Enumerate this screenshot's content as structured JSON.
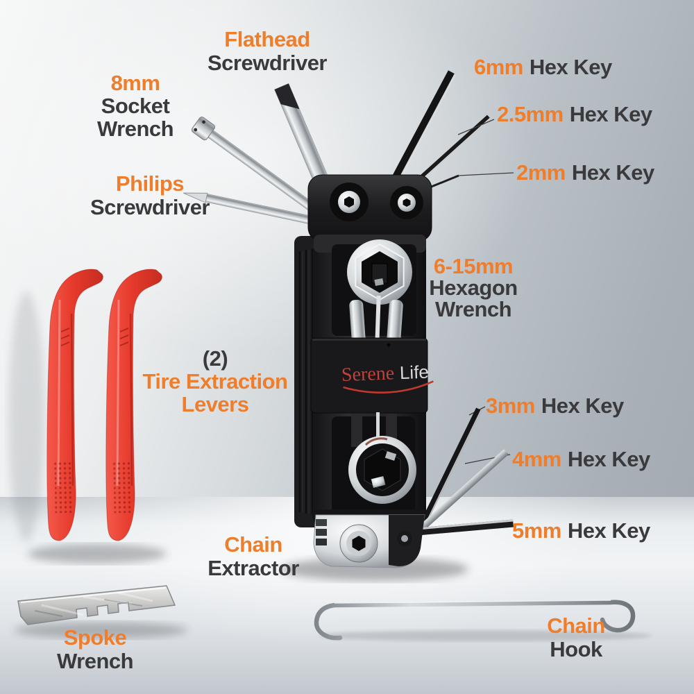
{
  "brand": {
    "part1": "Serene",
    "part2": "Life"
  },
  "colors": {
    "accent_orange": "#EE7E2C",
    "label_dark": "#3A3A3C",
    "lever_red": "#E63A2C",
    "logo_red": "#C2413A",
    "tool_black": "#1E1E20",
    "chrome_silver": "#D5D9DC"
  },
  "labels": {
    "flathead": {
      "l1": "Flathead",
      "l2": "Screwdriver"
    },
    "socket8": {
      "l1": "8mm",
      "l2": "Socket",
      "l3": "Wrench"
    },
    "hex6": {
      "size": "6mm",
      "rest": "Hex Key"
    },
    "hex25": {
      "size": "2.5mm",
      "rest": "Hex Key"
    },
    "hex2": {
      "size": "2mm",
      "rest": "Hex Key"
    },
    "philips": {
      "l1": "Philips",
      "l2": "Screwdriver"
    },
    "hexwrench": {
      "l1": "6-15mm",
      "l2": "Hexagon",
      "l3": "Wrench"
    },
    "levers": {
      "l1": "(2)",
      "l2": "Tire Extraction",
      "l3": "Levers"
    },
    "hex3": {
      "size": "3mm",
      "rest": "Hex Key"
    },
    "hex4": {
      "size": "4mm",
      "rest": "Hex Key"
    },
    "hex5": {
      "size": "5mm",
      "rest": "Hex Key"
    },
    "chain_extractor": {
      "l1": "Chain",
      "l2": "Extractor"
    },
    "spoke": {
      "l1": "Spoke",
      "l2": "Wrench"
    },
    "chain_hook": {
      "l1": "Chain",
      "l2": "Hook"
    }
  }
}
